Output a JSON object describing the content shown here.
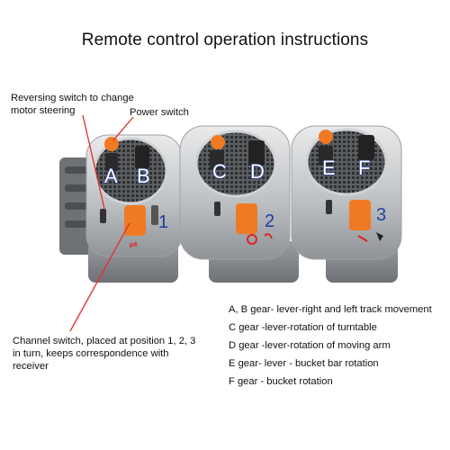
{
  "title": "Remote control operation instructions",
  "labels": {
    "reversing": "Reversing switch to change motor steering",
    "power": "Power switch",
    "channel": "Channel switch, placed at position 1, 2, 3 in turn, keeps correspondence with receiver"
  },
  "units": [
    {
      "gears": [
        "A",
        "B"
      ],
      "channel": "1"
    },
    {
      "gears": [
        "C",
        "D"
      ],
      "channel": "2"
    },
    {
      "gears": [
        "E",
        "F"
      ],
      "channel": "3"
    }
  ],
  "legend": [
    "A, B gear- lever-right and left track movement",
    "C gear -lever-rotation of turntable",
    "D gear -lever-rotation of moving arm",
    "E gear- lever - bucket bar rotation",
    "F gear - bucket rotation"
  ],
  "colors": {
    "accent_orange": "#f07a24",
    "gear_letter_outline": "#1f3f9c",
    "pointer_red": "#e0302c",
    "housing_gray": "#b9bcbf"
  }
}
